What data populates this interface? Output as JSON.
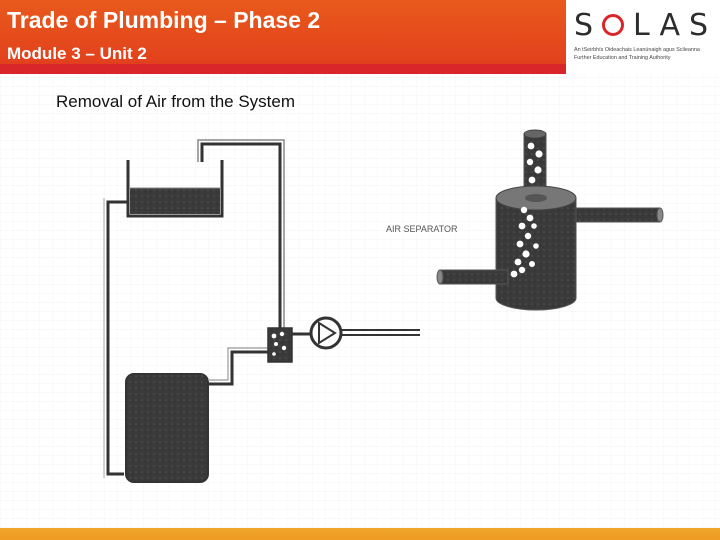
{
  "header": {
    "title": "Trade of Plumbing – Phase 2",
    "subtitle": "Module 3 – Unit 2"
  },
  "logo": {
    "wordmark_start": "S",
    "wordmark_end": "LAS",
    "tagline_line1": "An tSeirbhís Oideachais Leanúnaigh agus Scileanna",
    "tagline_line2": "Further Education and Training Authority"
  },
  "slide": {
    "heading": "Removal of Air from the System"
  },
  "diagram": {
    "air_separator_label": "AIR SEPARATOR"
  },
  "colors": {
    "header_orange": "#e3421d",
    "accent_red": "#d9262a",
    "bottom_orange": "#ee9b22"
  }
}
